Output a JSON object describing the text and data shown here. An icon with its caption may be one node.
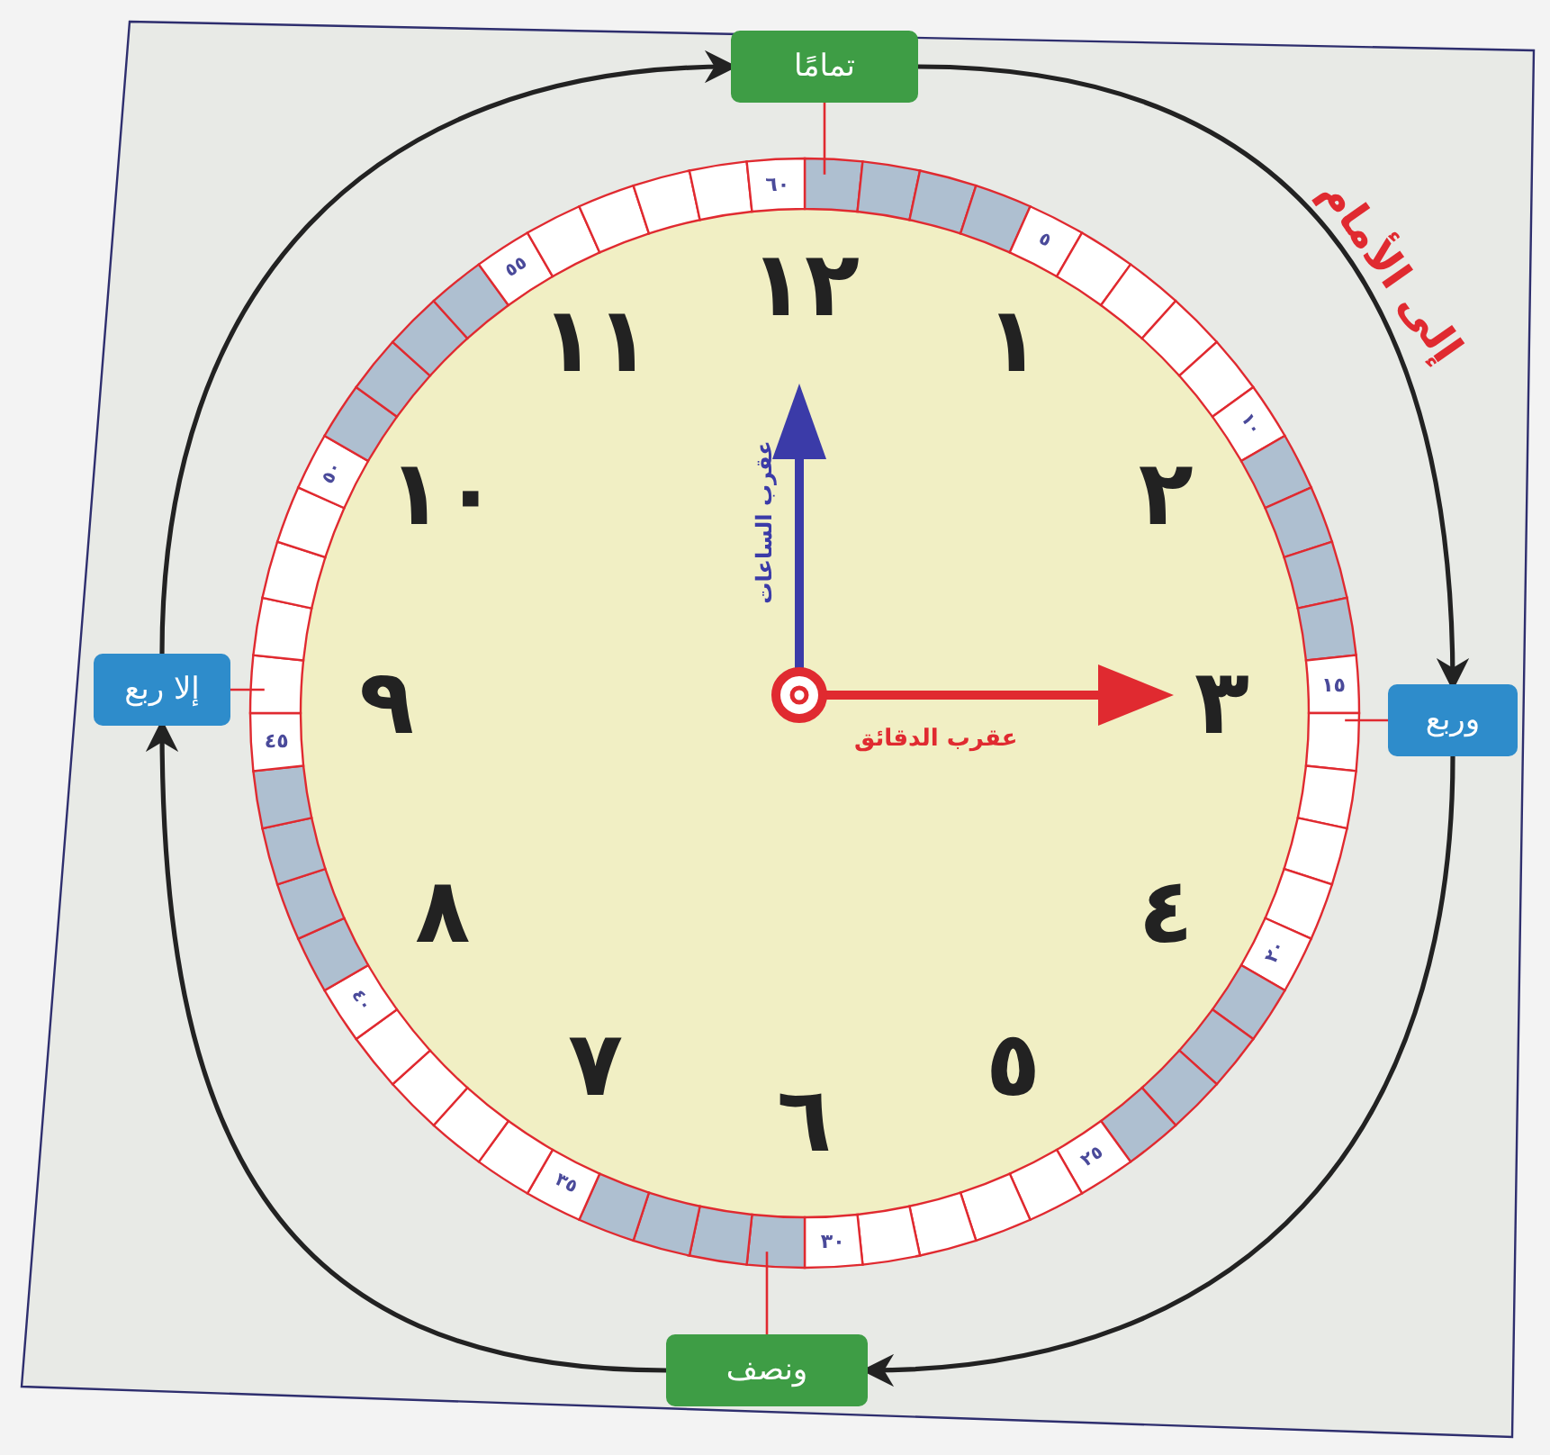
{
  "diagram": {
    "nodes": [
      {
        "text": [
          "تمامًا"
        ]
      },
      {
        "text": [
          "وربع"
        ]
      },
      {
        "text": [
          "ونصف"
        ]
      },
      {
        "text": [
          "إلا ربع"
        ]
      },
      {
        "text": [
          "٦٠"
        ]
      },
      {
        "text": [
          "١٥"
        ]
      },
      {
        "text": [
          "٣٠"
        ]
      },
      {
        "text": [
          "٤٥"
        ]
      }
    ],
    "edges": [
      {
        "from": 0,
        "to": 1,
        "arrow": "to",
        "label": "إلى الأمام"
      },
      {
        "from": 1,
        "to": 2,
        "arrow": "to"
      },
      {
        "from": 2,
        "to": 3,
        "arrow": "to"
      },
      {
        "from": 3,
        "to": 0,
        "arrow": "to"
      },
      {
        "from": 0,
        "to": 4,
        "arrow": "none",
        "color": "#e02a30"
      },
      {
        "from": 1,
        "to": 5,
        "arrow": "none",
        "color": "#e02a30"
      },
      {
        "from": 2,
        "to": 6,
        "arrow": "none",
        "color": "#e02a30"
      },
      {
        "from": 3,
        "to": 7,
        "arrow": "none",
        "color": "#e02a30"
      }
    ],
    "labels": [
      "٥",
      "١٠",
      "٢٠",
      "٢٥",
      "٣٥",
      "٤٠",
      "٥٠",
      "٥٥",
      "١",
      "٢",
      "٣",
      "٤",
      "٥",
      "٦",
      "٧",
      "٨",
      "٩",
      "١٠",
      "١١",
      "١٢",
      "عقرب الساعات",
      "عقرب الدقائق"
    ]
  }
}
